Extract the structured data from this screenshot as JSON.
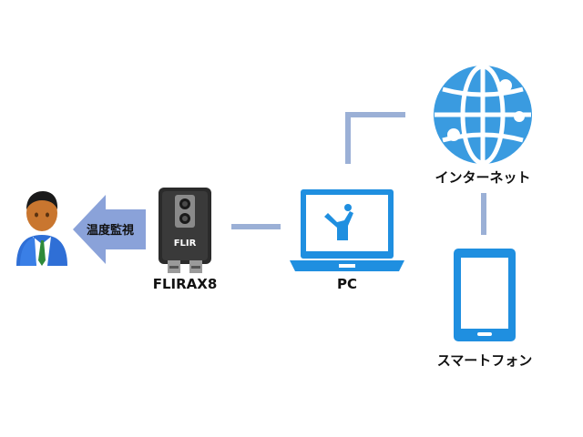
{
  "nodes": {
    "operator": {
      "icon": "person-icon"
    },
    "camera": {
      "icon": "thermal-camera-icon",
      "label": "FLIRAX8",
      "brand": "FLIR"
    },
    "pc": {
      "icon": "laptop-icon",
      "label": "PC"
    },
    "internet": {
      "icon": "globe-icon",
      "label": "インターネット"
    },
    "smartphone": {
      "icon": "smartphone-icon",
      "label": "スマートフォン"
    }
  },
  "arrow": {
    "label": "温度監視"
  },
  "colors": {
    "connector": "#9bb0d6",
    "arrow": "#8aa2d9",
    "device_blue": "#1f8fe0",
    "globe_blue": "#3a9be0"
  }
}
